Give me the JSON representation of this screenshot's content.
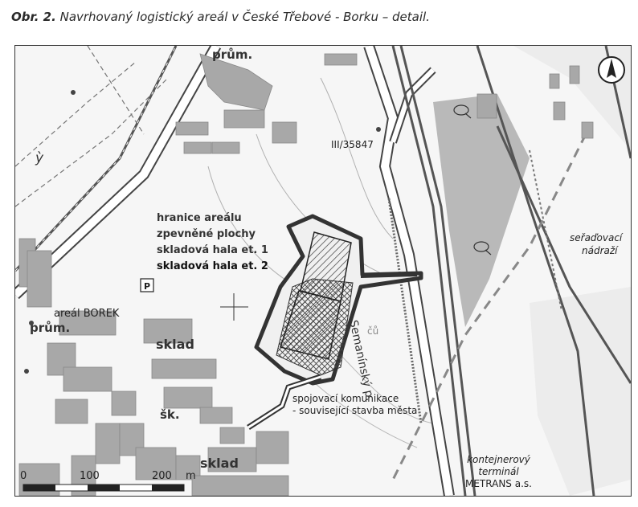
{
  "caption": {
    "prefix": "Obr. 2.",
    "text": "Navrhovaný logistický areál v České Třebové - Borku – detail."
  },
  "legend": {
    "line1": "hranice areálu",
    "line2": "zpevněné plochy",
    "line3": "skladová hala et. 1",
    "line4": "skladová hala et. 2"
  },
  "labels": {
    "road_code": "III/35847",
    "prum_top": "prům.",
    "prum_left": "prům.",
    "areal_borek": "areál BOREK",
    "sklad_1": "sklad",
    "sklad_2": "sklad",
    "sk": "šk.",
    "seranovaci": "seřaďovací",
    "nadrazi": "nádraží",
    "semaninsky": "Semanínský p.",
    "cu": "čů",
    "y_mark": "ỳ",
    "parking": "P",
    "spojovaci_1": "spojovací komunikace",
    "spojovaci_2": "- související stavba města",
    "kontejner_1": "kontejnerový",
    "kontejner_2": "terminál",
    "kontejner_3": "METRANS a.s."
  },
  "scale": {
    "t0": "0",
    "t1": "100",
    "t2": "200",
    "unit": "m"
  },
  "icons": {
    "north": "north-arrow-icon",
    "pond": "pond-symbol-icon"
  },
  "colors": {
    "building": "#a8a8a8",
    "road": "#ffffff",
    "rail": "#555555",
    "background": "#f6f6f6",
    "green_area": "#b9b9b9",
    "boundary": "#333333"
  }
}
